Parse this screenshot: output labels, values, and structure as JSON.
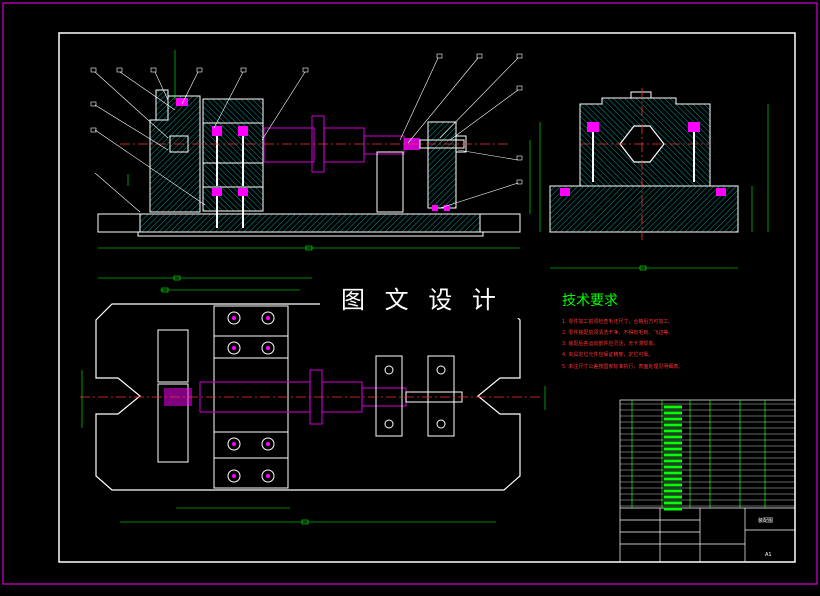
{
  "watermark": "图 文 设 计",
  "tech_requirements": {
    "title": "技术要求",
    "items": [
      "1. 零件加工前须检查毛坯尺寸，合格后方可加工。",
      "2. 零件装配前须清洗干净，不得有毛刺、飞边等。",
      "3. 装配后各运动部件应灵活，无卡滞现象。",
      "4. 夹具定位元件应保证精度，定位可靠。",
      "5. 未注尺寸公差按国家标准执行，表面处理见明细表。"
    ]
  },
  "title_block": {
    "drawing_name": "装配图",
    "sheet_size": "A1"
  },
  "colors": {
    "border": "#ffffff",
    "frame": "#ff00ff",
    "part": "#ffffff",
    "hatch": "#00d8d8",
    "dim": "#00ff00",
    "fastener": "#ff00ff",
    "centerline": "#ff3030",
    "shaft": "#b000b0"
  }
}
